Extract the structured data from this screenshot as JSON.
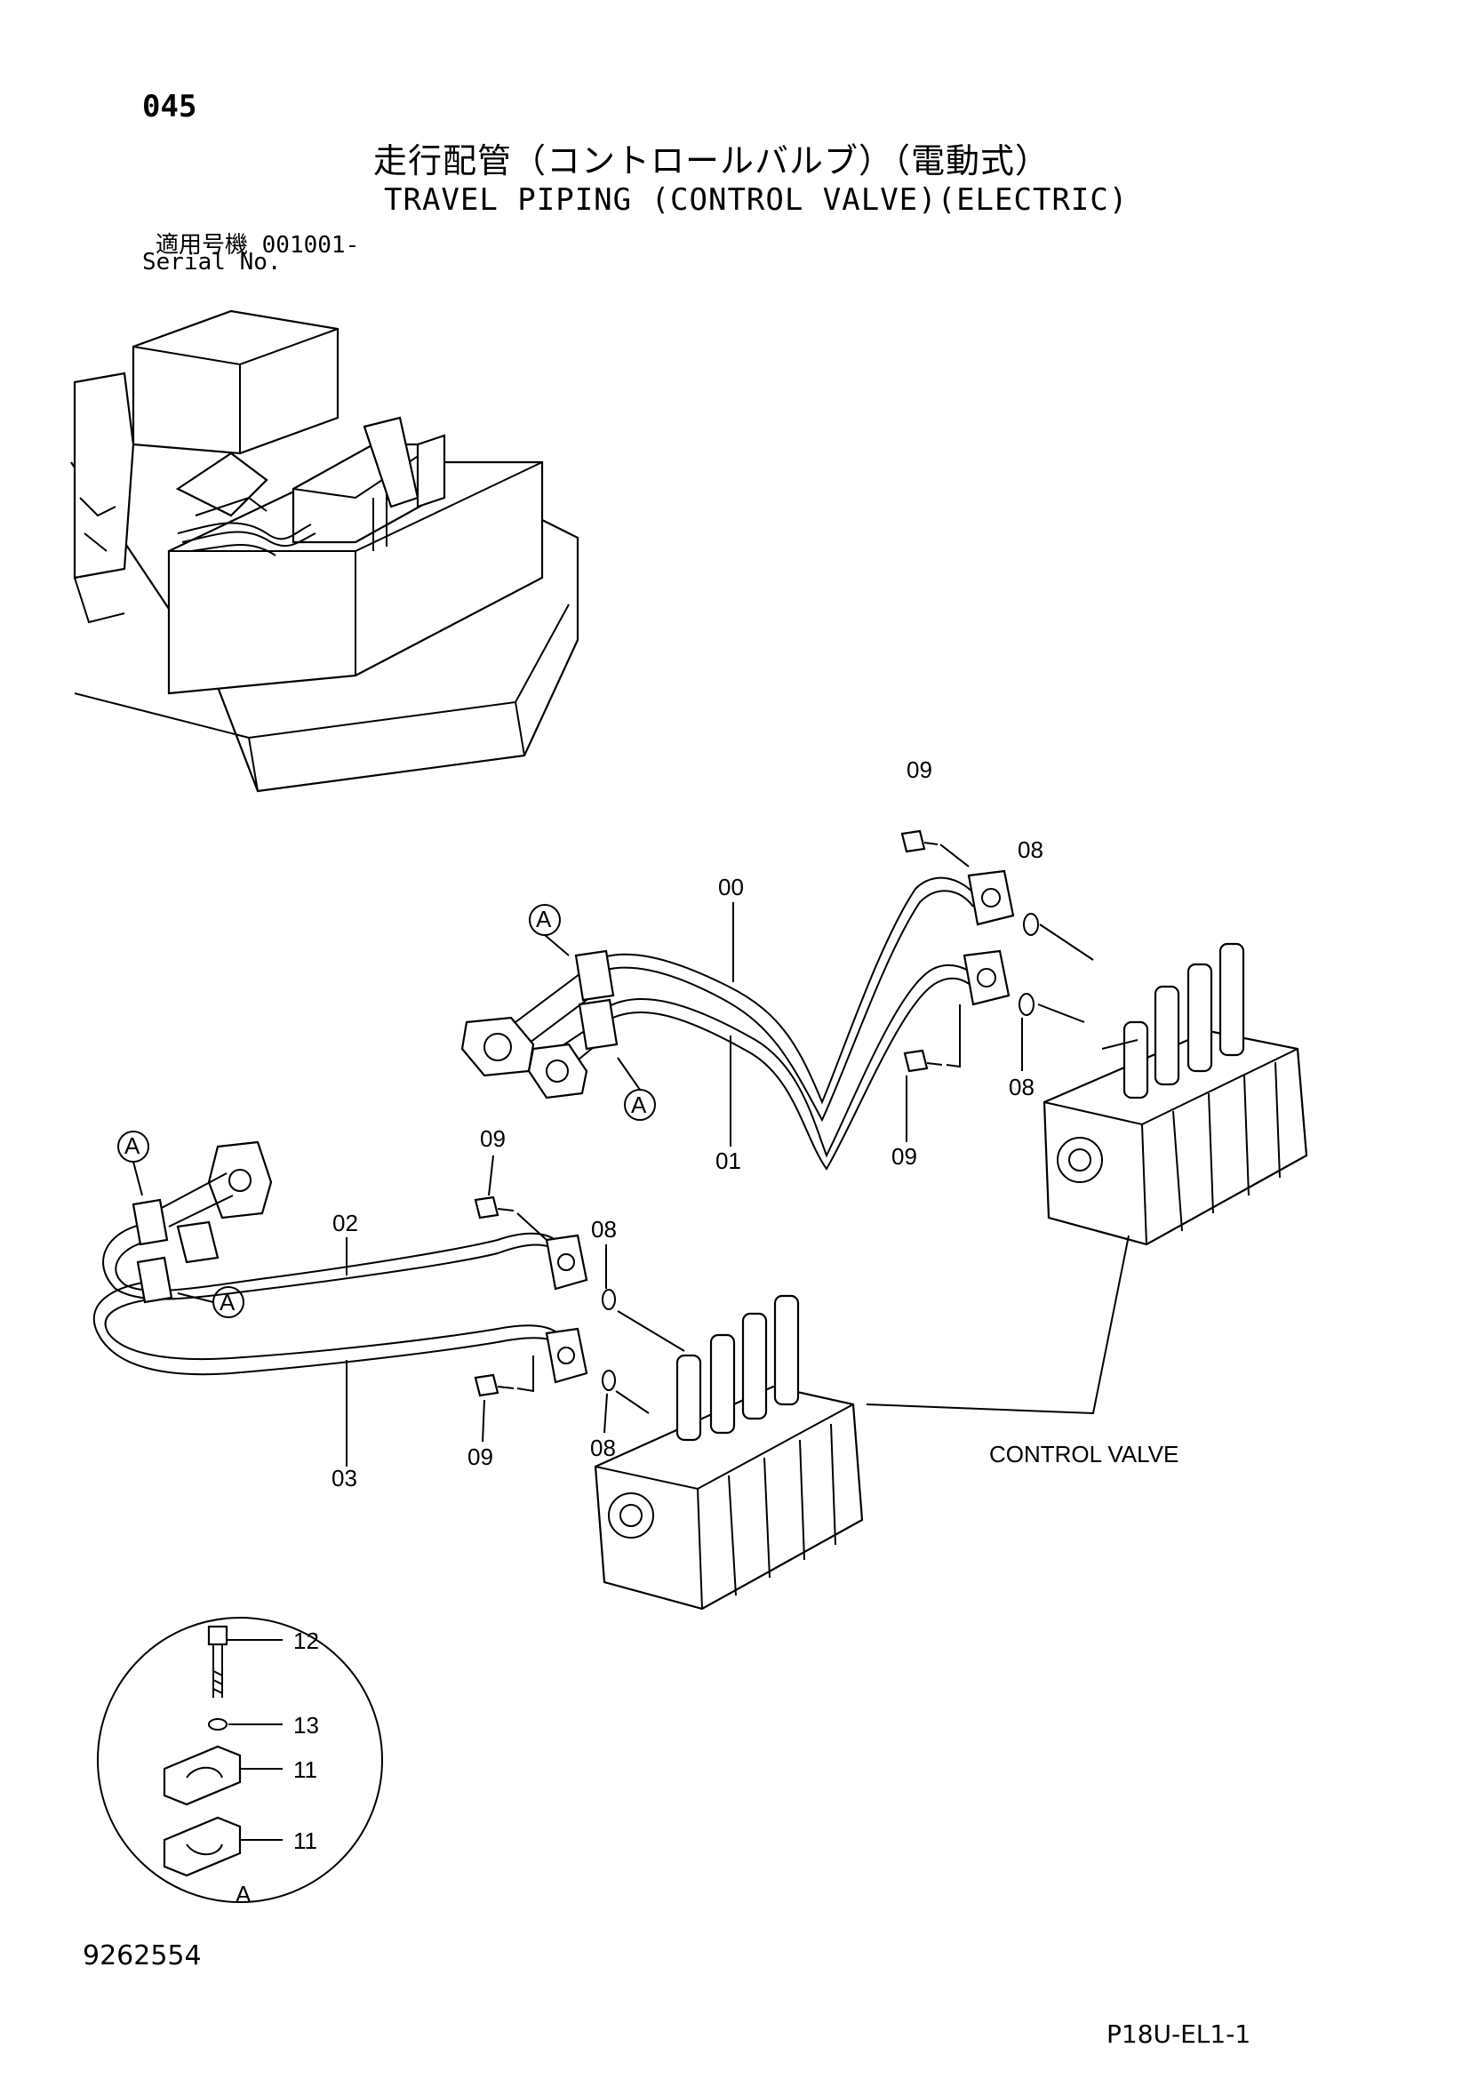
{
  "header": {
    "page_number": "045",
    "title_jp": "走行配管（コントロールバルブ）（電動式）",
    "title_en": "TRAVEL PIPING (CONTROL VALVE)(ELECTRIC)",
    "serial_jp": "適用号機  001001-",
    "serial_en": "Serial No."
  },
  "callouts": {
    "p00": "00",
    "p01": "01",
    "p02": "02",
    "p03": "03",
    "p08": "08",
    "p09": "09",
    "p11": "11",
    "p12": "12",
    "p13": "13",
    "detail_a": "A",
    "control_valve": "CONTROL VALVE"
  },
  "footer": {
    "drawing_number": "9262554",
    "sheet_code": "P18U-EL1-1"
  }
}
